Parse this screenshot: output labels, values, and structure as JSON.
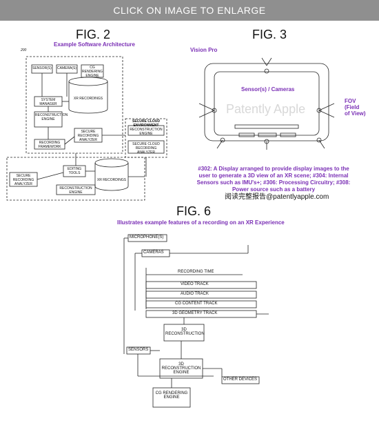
{
  "banner": "CLICK ON IMAGE TO ENLARGE",
  "fig2": {
    "title": "FIG. 2",
    "subtitle": "Example Software Architecture",
    "ref": "200",
    "labels": {
      "sensors": "SENSOR(S)",
      "cameras": "CAMERA(S)",
      "cg_engine": "CG RENDERING ENGINE",
      "system_manager": "SYSTEM MANAGER",
      "recon_engine": "RECONSTRUCTION ENGINE",
      "recording_framework": "RECORDING FRAMEWORK",
      "xr_recordings": "XR RECORDINGS",
      "secure_analyzer": "SECURE RECORDING ANALYZER",
      "cloud_env": "SECURE CLOUD ENVIRONMENT",
      "cloud_recon": "RECONSTRUCTION ENGINE",
      "cloud_analyzer": "SECURE CLOUD RECORDING ANALYZER",
      "editing_tools": "EDITING TOOLS",
      "secure_analyzer2": "SECURE RECORDING ANALYZER",
      "recon_engine2": "RECONSTRUCTION ENGINE",
      "xr_recordings2": "XR RECORDINGS"
    }
  },
  "fig3": {
    "title": "FIG. 3",
    "device": "Vision Pro",
    "sensors_label": "Sensor(s) / Cameras",
    "watermark": "Patently Apple",
    "fov": "FOV\n(Field\nof View)",
    "caption": "#302: A Display arranged to provide display images to the user to generate a 3D view of an XR scene; #304: Internal Sensors such as IMU's+; #306: Processing Circuitry; #308: Power source such as a battery",
    "credit": "阅读完整报告@patentlyapple.com"
  },
  "fig6": {
    "title": "FIG. 6",
    "subtitle": "Illustrates example features of a recording on an XR Experience",
    "labels": {
      "microphones": "MICROPHONE(S)",
      "cameras": "CAMERAS",
      "recording_time": "RECORDING TIME",
      "video_track": "VIDEO TRACK",
      "audio_track": "AUDIO TRACK",
      "cg_track": "CG CONTENT TRACK",
      "geometry_track": "3D GEOMETRY TRACK",
      "recon_3d": "3D RECONSTRUCTION",
      "sensors": "SENSORS",
      "recon_engine": "3D RECONSTRUCTION ENGINE",
      "other_devices": "OTHER DEVICES",
      "cg_engine": "CG RENDERING ENGINE"
    }
  }
}
